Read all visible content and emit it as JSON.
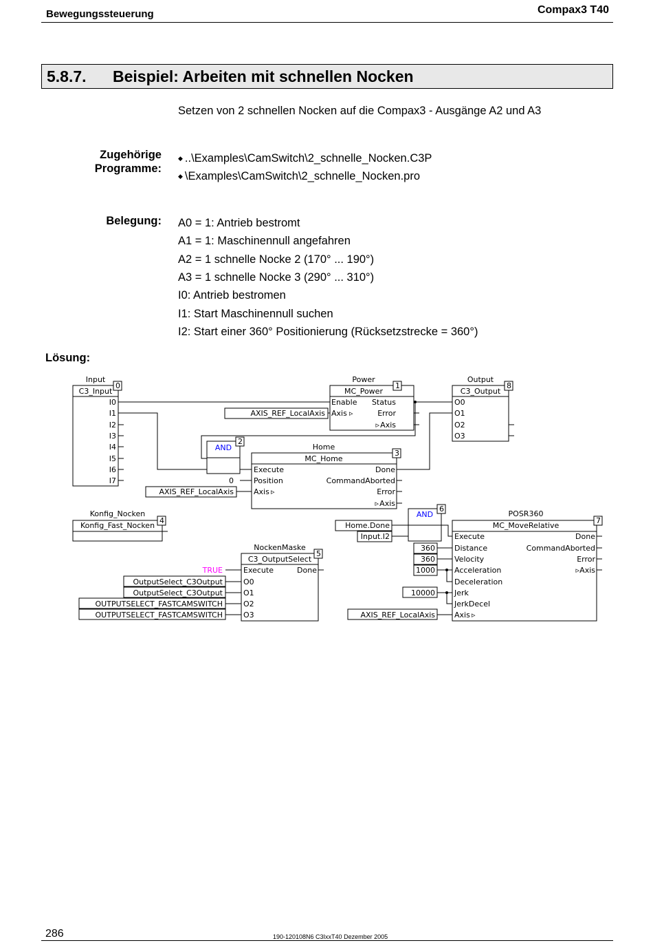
{
  "header": {
    "left": "Bewegungssteuerung",
    "right": "Compax3 T40"
  },
  "section": {
    "number": "5.8.7.",
    "title": "Beispiel: Arbeiten mit schnellen Nocken"
  },
  "intro": "Setzen von 2 schnellen Nocken auf die Compax3 - Ausgänge A2 und A3",
  "programs": {
    "label_1": "Zugehörige",
    "label_2": "Programme:",
    "items": [
      "..\\Examples\\CamSwitch\\2_schnelle_Nocken.C3P",
      "\\Examples\\CamSwitch\\2_schnelle_Nocken.pro"
    ]
  },
  "assignment": {
    "label": "Belegung:",
    "lines": [
      "A0 = 1: Antrieb bestromt",
      "A1 = 1: Maschinennull angefahren",
      "A2 = 1 schnelle Nocke 2 (170° ... 190°)",
      "A3 = 1 schnelle Nocke 3 (290° ... 310°)",
      "I0: Antrieb bestromen",
      "I1: Start Maschinennull suchen",
      "I2: Start einer 360° Positionierung (Rücksetzstrecke = 360°)"
    ]
  },
  "solution_label": "Lösung:",
  "diagram": {
    "input": {
      "title": "Input",
      "num": "0",
      "type": "C3_Input",
      "pins": [
        "I0",
        "I1",
        "I2",
        "I3",
        "I4",
        "I5",
        "I6",
        "I7"
      ]
    },
    "power": {
      "title": "Power",
      "num": "1",
      "type": "MC_Power",
      "in": [
        "Enable",
        "Axis"
      ],
      "out": [
        "Status",
        "Error",
        "Axis"
      ]
    },
    "output": {
      "title": "Output",
      "num": "8",
      "type": "C3_Output",
      "pins": [
        "O0",
        "O1",
        "O2",
        "O3"
      ]
    },
    "and1": {
      "type": "AND",
      "num": "2",
      "const": "0"
    },
    "home": {
      "title": "Home",
      "num": "3",
      "type": "MC_Home",
      "in": [
        "Execute",
        "Position",
        "Axis"
      ],
      "out": [
        "Done",
        "CommandAborted",
        "Error",
        "Axis"
      ]
    },
    "axis_ref": "AXIS_REF_LocalAxis",
    "konfig": {
      "title": "Konfig_Nocken",
      "num": "4",
      "type": "Konfig_Fast_Nocken"
    },
    "nocken": {
      "title": "NockenMaske",
      "num": "5",
      "type": "C3_OutputSelect",
      "in": [
        "Execute",
        "O0",
        "O1",
        "O2",
        "O3"
      ],
      "out": [
        "Done"
      ]
    },
    "nocken_inputs": [
      "TRUE",
      "OutputSelect_C3Output",
      "OutputSelect_C3Output",
      "OUTPUTSELECT_FASTCAMSWITCH",
      "OUTPUTSELECT_FASTCAMSWITCH"
    ],
    "and2": {
      "type": "AND",
      "num": "6",
      "inputs": [
        "Home.Done",
        "Input.I2"
      ]
    },
    "posr": {
      "title": "POSR360",
      "num": "7",
      "type": "MC_MoveRelative",
      "in": [
        "Execute",
        "Distance",
        "Velocity",
        "Acceleration",
        "Deceleration",
        "Jerk",
        "JerkDecel",
        "Axis"
      ],
      "out": [
        "Done",
        "CommandAborted",
        "Error",
        "Axis"
      ],
      "consts": [
        "360",
        "360",
        "1000",
        "10000"
      ]
    },
    "colors": {
      "and_text": "#0000ff",
      "true_text": "#ff00ff"
    }
  },
  "footer": {
    "page": "286",
    "doc": "190-120108N6 C3IxxT40 Dezember 2005"
  }
}
